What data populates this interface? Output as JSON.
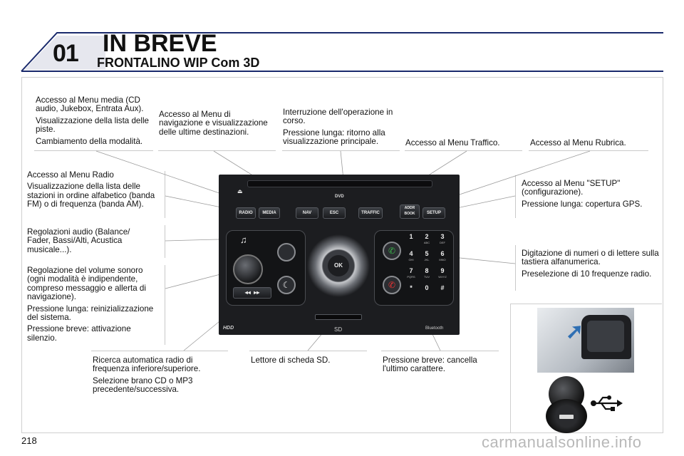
{
  "header": {
    "number": "01",
    "title": "IN BREVE",
    "subtitle": "FRONTALINO WIP Com 3D"
  },
  "page_number": "218",
  "watermark": "carmanualsonline.info",
  "callouts": {
    "media": [
      "Accesso al Menu media (CD audio, Jukebox, Entrata Aux).",
      "Visualizzazione della lista delle piste.",
      "Cambiamento della modalità."
    ],
    "nav": [
      "Accesso al Menu di navigazione e visualizzazione delle ultime destinazioni."
    ],
    "esc": [
      "Interruzione dell'operazione in corso.",
      "Pressione lunga: ritorno alla visualizzazione principale."
    ],
    "traffic": [
      "Accesso al Menu Traffico."
    ],
    "addr": [
      "Accesso al Menu Rubrica."
    ],
    "radio": [
      "Accesso al Menu Radio",
      "Visualizzazione della lista delle stazioni in ordine alfabetico (banda FM) o di frequenza (banda AM)."
    ],
    "audio": [
      "Regolazioni audio (Balance/ Fader, Bassi/Alti, Acustica musicale...)."
    ],
    "volume": [
      "Regolazione del volume sonoro (ogni modalità è indipendente, compreso messaggio e allerta di navigazione).",
      "Pressione lunga: reinizializzazione del sistema.",
      "Pressione breve: attivazione silenzio."
    ],
    "setup": [
      "Accesso al Menu \"SETUP\" (configurazione).",
      "Pressione lunga: copertura GPS."
    ],
    "keypad": [
      "Digitazione di numeri o di lettere sulla tastiera alfanumerica.",
      "Preselezione di 10 frequenze radio."
    ],
    "seek": [
      "Ricerca automatica radio di frequenza inferiore/superiore.",
      "Selezione brano CD o MP3 precedente/successiva."
    ],
    "sd": [
      "Lettore di scheda SD."
    ],
    "delete": [
      "Pressione breve: cancella l'ultimo carattere."
    ]
  },
  "panel": {
    "buttons": {
      "radio": "RADIO",
      "media": "MEDIA",
      "nav": "NAV",
      "esc": "ESC",
      "traffic": "TRAFFIC",
      "addr": "ADDR BOOK",
      "setup": "SETUP",
      "ok": "OK"
    },
    "keys": [
      "1",
      "2",
      "3",
      "4",
      "5",
      "6",
      "7",
      "8",
      "9",
      "*",
      "0",
      "#"
    ],
    "key_letters": [
      "",
      "ABC",
      "DEF",
      "GHI",
      "JKL",
      "MNO",
      "PQRS",
      "TUV",
      "WXYZ",
      "",
      "",
      ""
    ],
    "brand_left": "HDD",
    "brand_right": "Bluetooth"
  }
}
